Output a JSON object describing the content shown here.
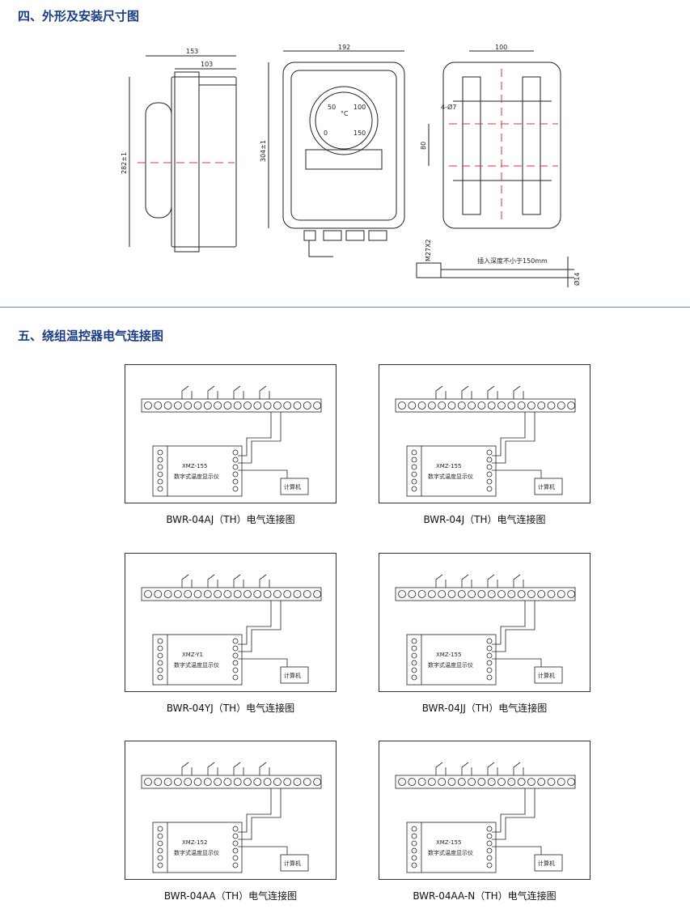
{
  "section1": {
    "title": "四、外形及安装尺寸图"
  },
  "section2": {
    "title": "五、绕组温控器电气连接图"
  },
  "dimensions": {
    "width_153": "153",
    "width_103": "103",
    "height_282": "282±1",
    "width_192": "192",
    "height_304": "304±1",
    "width_100": "100",
    "height_80": "80",
    "holes": "4-Ø7",
    "thread": "M27X2",
    "insert_depth": "插入深度不小于150mm",
    "dia": "Ø14",
    "dial_labels": [
      "50",
      "100",
      "0",
      "150",
      "°C"
    ]
  },
  "diagrams": [
    {
      "caption": "BWR-04AJ（TH）电气连接图",
      "module": "XMZ-155",
      "module_label": "数字式温度显示仪",
      "pc": "计算机"
    },
    {
      "caption": "BWR-04J（TH）电气连接图",
      "module": "XMZ-155",
      "module_label": "数字式温度显示仪",
      "pc": "计算机"
    },
    {
      "caption": "BWR-04YJ（TH）电气连接图",
      "module": "XMZ-Y1",
      "module_label": "数字式温度显示仪",
      "pc": "计算机"
    },
    {
      "caption": "BWR-04JJ（TH）电气连接图",
      "module": "XMZ-155",
      "module_label": "数字式温度显示仪",
      "pc": "计算机"
    },
    {
      "caption": "BWR-04AA（TH）电气连接图",
      "module": "XMZ-152",
      "module_label": "数字式温度显示仪",
      "pc": "计算机"
    },
    {
      "caption": "BWR-04AA-N（TH）电气连接图",
      "module": "XMZ-155",
      "module_label": "数字式温度显示仪",
      "pc": "计算机"
    }
  ]
}
